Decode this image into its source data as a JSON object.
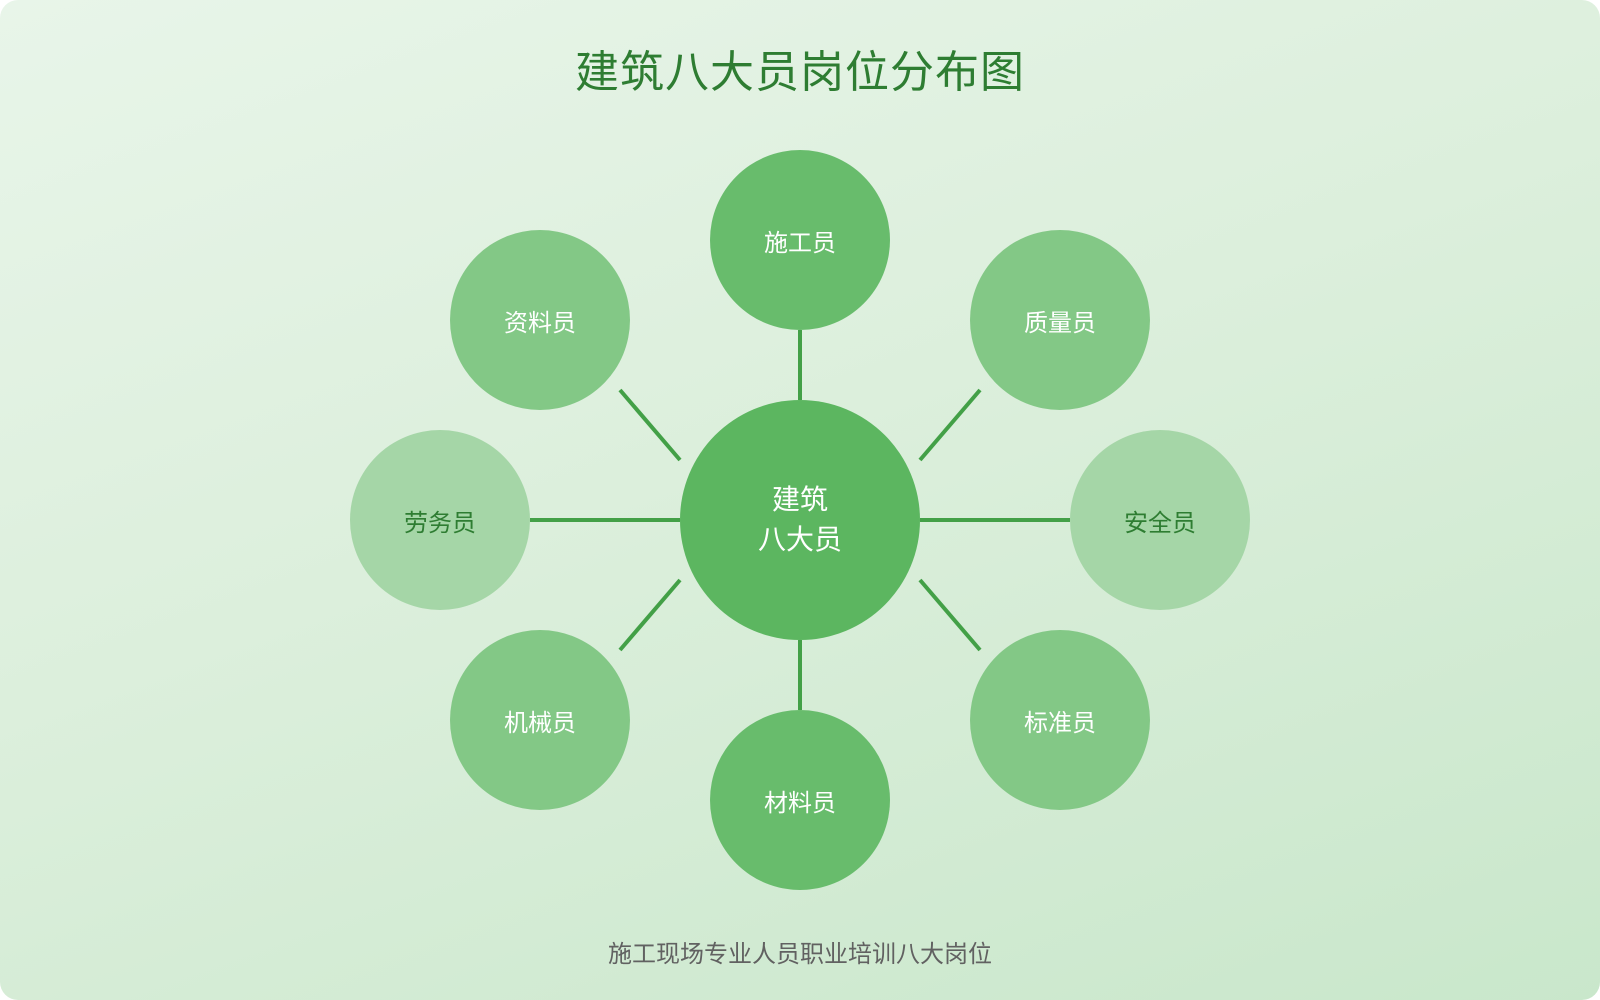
{
  "title": "建筑八大员岗位分布图",
  "subtitle": "施工现场专业人员职业培训八大岗位",
  "colors": {
    "title": "#2e7d32",
    "connector": "#43a047",
    "center": "#5cb660",
    "primary_node": "#68bc6c",
    "secondary_node": "#83c886",
    "tertiary_node": "#a5d6a7"
  },
  "center": {
    "line1": "建筑",
    "line2": "八大员"
  },
  "nodes": {
    "top": {
      "label": "施工员"
    },
    "top_right": {
      "label": "质量员"
    },
    "right": {
      "label": "安全员"
    },
    "bottom_right": {
      "label": "标准员"
    },
    "bottom": {
      "label": "材料员"
    },
    "bottom_left": {
      "label": "机械员"
    },
    "left": {
      "label": "劳务员"
    },
    "top_left": {
      "label": "资料员"
    }
  }
}
